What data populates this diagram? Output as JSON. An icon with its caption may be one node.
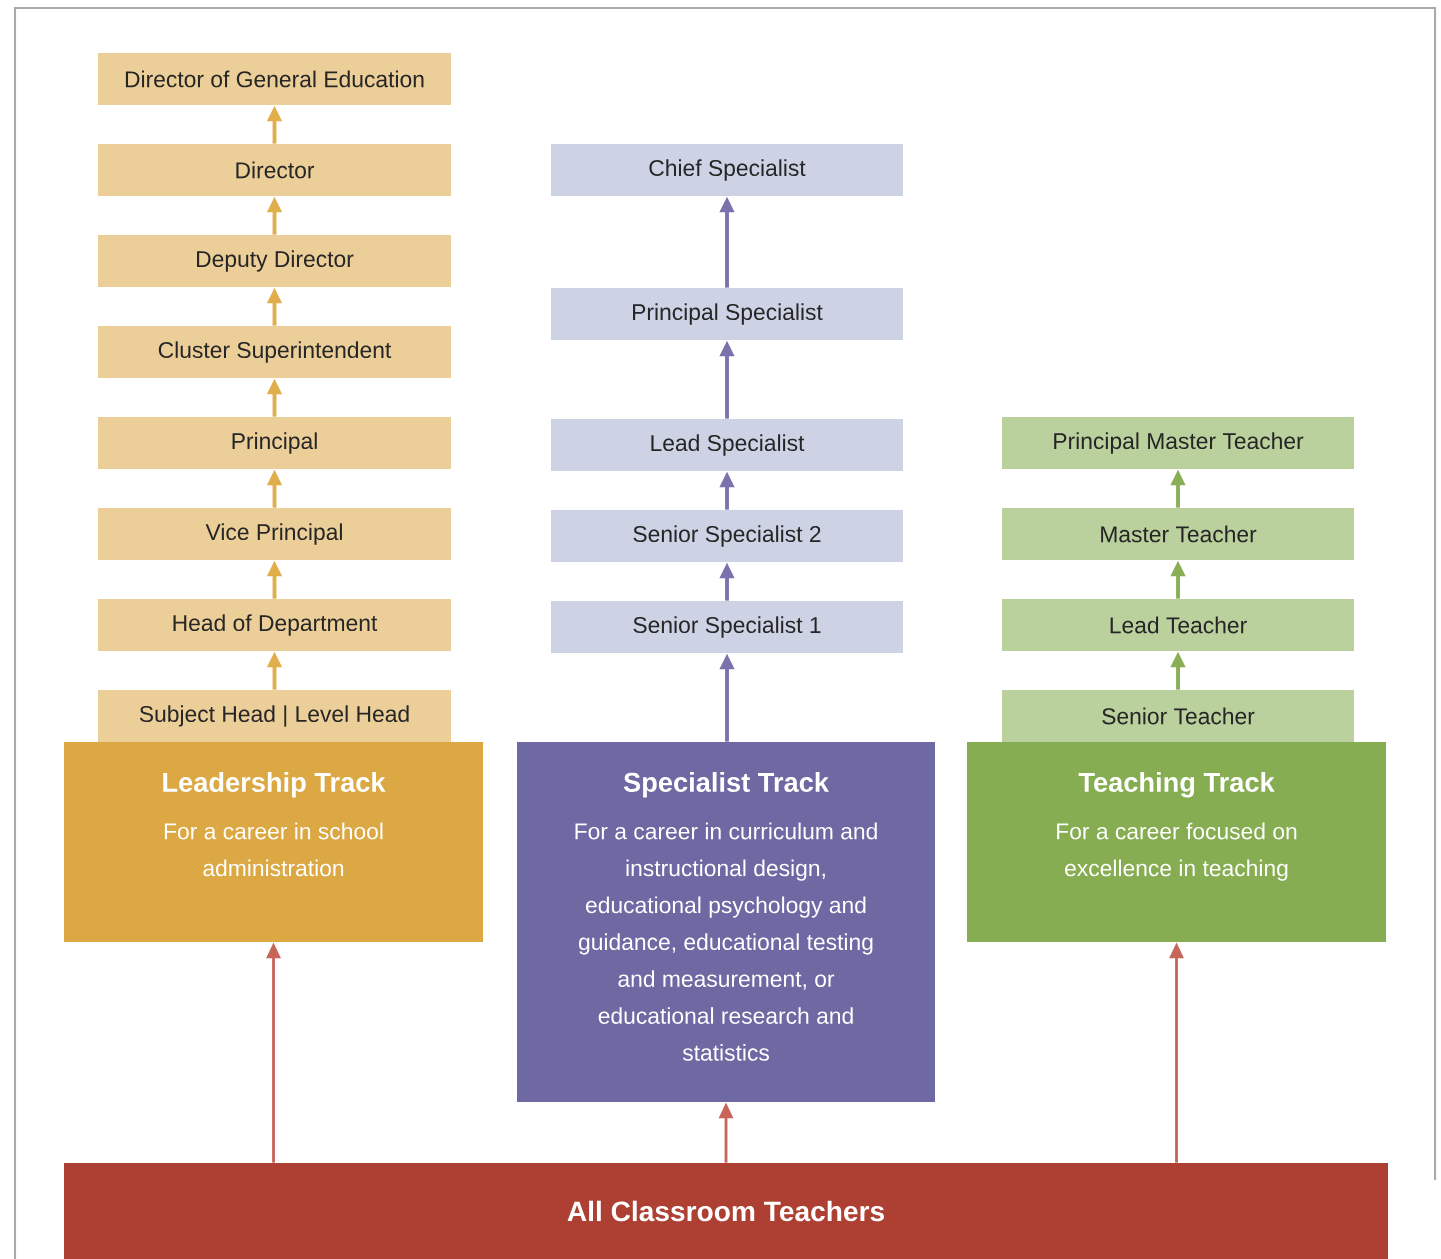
{
  "diagram": {
    "nodes": [
      {
        "text": [
          "Director of General Education"
        ]
      },
      {
        "text": [
          "Director"
        ]
      },
      {
        "text": [
          "Deputy Director"
        ]
      },
      {
        "text": [
          "Cluster Superintendent"
        ]
      },
      {
        "text": [
          "Principal"
        ]
      },
      {
        "text": [
          "Vice Principal"
        ]
      },
      {
        "text": [
          "Head of Department"
        ]
      },
      {
        "text": [
          "Subject Head | Level Head"
        ]
      },
      {
        "text": [
          "Leadership Track",
          "For a career in school administration"
        ]
      },
      {
        "text": [
          "Chief Specialist"
        ]
      },
      {
        "text": [
          "Principal Specialist"
        ]
      },
      {
        "text": [
          "Lead Specialist"
        ]
      },
      {
        "text": [
          "Senior Specialist 2"
        ]
      },
      {
        "text": [
          "Senior Specialist 1"
        ]
      },
      {
        "text": [
          "Specialist Track",
          "For a career in curriculum and instructional design, educational psychology and guidance, educational testing and measurement, or educational research and statistics"
        ]
      },
      {
        "text": [
          "Principal Master Teacher"
        ]
      },
      {
        "text": [
          "Master Teacher"
        ]
      },
      {
        "text": [
          "Lead Teacher"
        ]
      },
      {
        "text": [
          "Senior Teacher"
        ]
      },
      {
        "text": [
          "Teaching Track",
          "For a career focused on excellence in teaching"
        ]
      },
      {
        "text": [
          "All Classroom Teachers"
        ]
      }
    ],
    "edges": [
      {
        "from": 1,
        "to": 0,
        "arrow": "to"
      },
      {
        "from": 2,
        "to": 1,
        "arrow": "to"
      },
      {
        "from": 3,
        "to": 2,
        "arrow": "to"
      },
      {
        "from": 4,
        "to": 3,
        "arrow": "to"
      },
      {
        "from": 5,
        "to": 4,
        "arrow": "to"
      },
      {
        "from": 6,
        "to": 5,
        "arrow": "to"
      },
      {
        "from": 7,
        "to": 6,
        "arrow": "to"
      },
      {
        "from": 10,
        "to": 9,
        "arrow": "to",
        "color": "#7b72ad"
      },
      {
        "from": 11,
        "to": 10,
        "arrow": "to",
        "color": "#7b72ad"
      },
      {
        "from": 12,
        "to": 11,
        "arrow": "to",
        "color": "#7b72ad"
      },
      {
        "from": 13,
        "to": 12,
        "arrow": "to",
        "color": "#7b72ad"
      },
      {
        "from": 14,
        "to": 13,
        "arrow": "to",
        "color": "#7b72ad"
      },
      {
        "from": 16,
        "to": 15,
        "arrow": "to",
        "color": "#8aae55"
      },
      {
        "from": 17,
        "to": 16,
        "arrow": "to",
        "color": "#8aae55"
      },
      {
        "from": 18,
        "to": 17,
        "arrow": "to",
        "color": "#8aae55"
      },
      {
        "from": 20,
        "to": 8,
        "arrow": "to",
        "color": "#c7655a"
      },
      {
        "from": 20,
        "to": 14,
        "arrow": "to",
        "color": "#c7655a"
      },
      {
        "from": 20,
        "to": 19,
        "arrow": "to",
        "color": "#c7655a"
      }
    ]
  }
}
